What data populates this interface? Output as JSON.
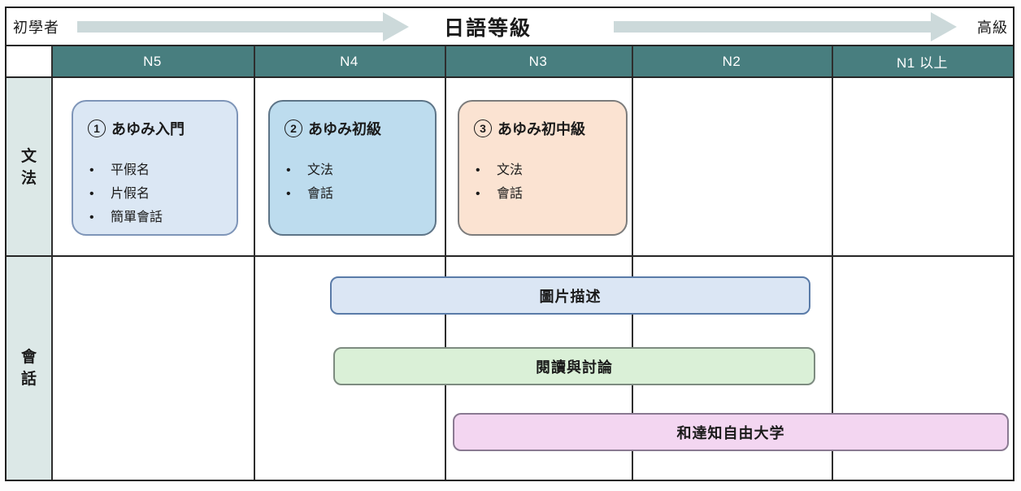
{
  "title_bar": {
    "left_label": "初學者",
    "center_title": "日語等級",
    "right_label": "高級"
  },
  "level_columns": [
    "N5",
    "N4",
    "N3",
    "N2",
    "N1 以上"
  ],
  "row_labels": {
    "grammar": "文法",
    "conversation": "會話"
  },
  "grammar_boxes": [
    {
      "number": "1",
      "name": "あゆみ入門",
      "bullets": [
        "平假名",
        "片假名",
        "簡單會話"
      ]
    },
    {
      "number": "2",
      "name": "あゆみ初級",
      "bullets": [
        "文法",
        "會話"
      ]
    },
    {
      "number": "3",
      "name": "あゆみ初中級",
      "bullets": [
        "文法",
        "會話"
      ]
    }
  ],
  "conversation_bars": [
    {
      "label": "圖片描述"
    },
    {
      "label": "閱讀與討論"
    },
    {
      "label": "和達知自由大学"
    }
  ],
  "colors": {
    "header_teal": "#487e7f",
    "row_label_bg": "#dce8e7",
    "arrow_fill": "#ccd9da",
    "box_intro_bg": "#dbe7f4",
    "box_beginner_bg": "#bddcee",
    "box_intermediate_bg": "#fbe3d2",
    "bar_picture_bg": "#dbe6f4",
    "bar_reading_bg": "#daf0d7",
    "bar_wadachi_bg": "#f3d6f1"
  }
}
